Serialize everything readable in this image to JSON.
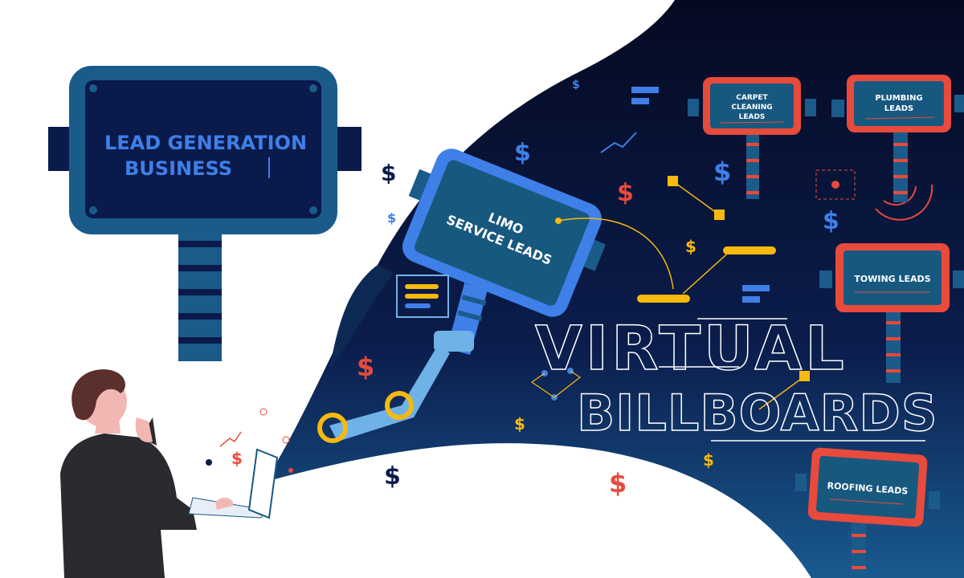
{
  "main_sign": {
    "line1": "LEAD GENERATION",
    "line2": "BUSINESS"
  },
  "robot_sign": {
    "line1": "LIMO",
    "line2": "SERVICE LEADS"
  },
  "billboards": {
    "carpet": {
      "line1": "CARPET",
      "line2": "CLEANING",
      "line3": "LEADS"
    },
    "plumbing": {
      "line1": "PLUMBING",
      "line2": "LEADS"
    },
    "towing": {
      "line1": "TOWING LEADS"
    },
    "roofing": {
      "line1": "ROOFING LEADS"
    }
  },
  "headline": {
    "line1": "VIRTUAL",
    "line2": "BILLBOARDS"
  },
  "symbols": {
    "dollar": "$"
  },
  "colors": {
    "navy": "#07102e",
    "deep_blue": "#0d2f66",
    "sign_blue": "#17587f",
    "accent_blue": "#3f7fe8",
    "red": "#e84a3c",
    "yellow": "#f6b90e",
    "light_blue": "#6fb2e8"
  }
}
